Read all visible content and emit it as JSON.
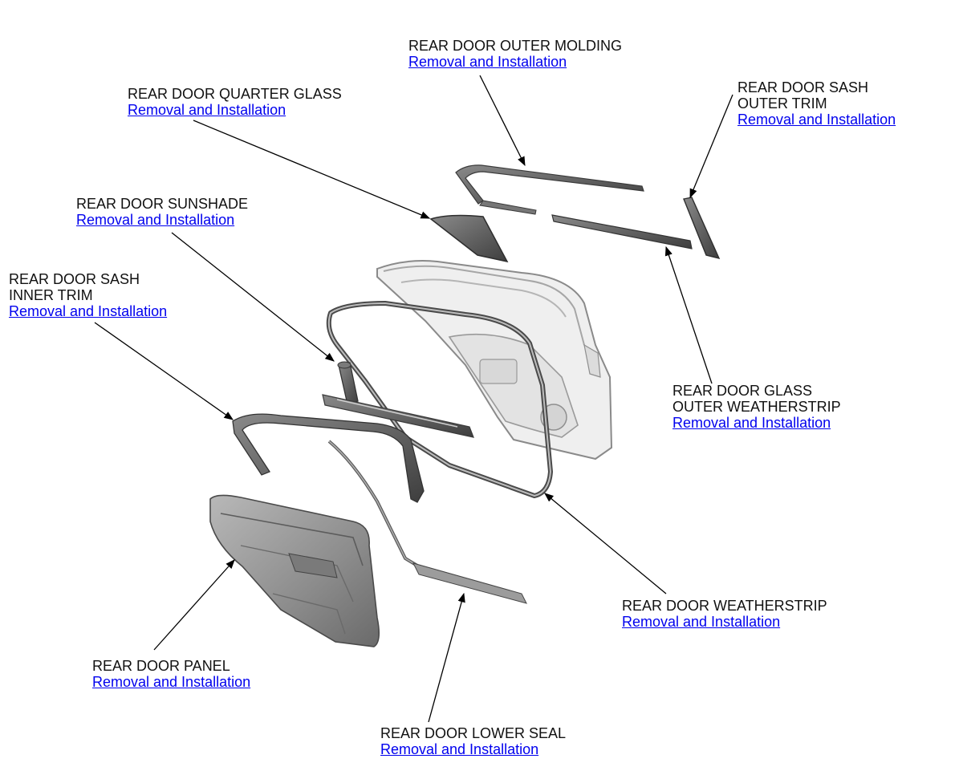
{
  "colors": {
    "link": "#0000ee",
    "text": "#111111",
    "part_dark": "#555555",
    "part_mid": "#9a9a9a",
    "part_light": "#e2e2e2"
  },
  "callouts": {
    "outer_molding": {
      "title": "REAR DOOR OUTER MOLDING",
      "link": "Removal and Installation"
    },
    "quarter_glass": {
      "title": "REAR DOOR QUARTER GLASS",
      "link": "Removal and Installation"
    },
    "sash_outer_trim": {
      "title": "REAR DOOR SASH\nOUTER TRIM",
      "link": "Removal and Installation"
    },
    "sunshade": {
      "title": "REAR DOOR SUNSHADE",
      "link": "Removal and Installation"
    },
    "sash_inner_trim": {
      "title": "REAR DOOR SASH\nINNER TRIM",
      "link": "Removal and Installation"
    },
    "glass_outer_weatherstrip": {
      "title": "REAR DOOR GLASS\nOUTER WEATHERSTRIP",
      "link": "Removal and Installation"
    },
    "weatherstrip": {
      "title": "REAR DOOR WEATHERSTRIP",
      "link": "Removal and Installation"
    },
    "panel": {
      "title": "REAR DOOR PANEL",
      "link": "Removal and Installation"
    },
    "lower_seal": {
      "title": "REAR DOOR LOWER SEAL",
      "link": "Removal and Installation"
    }
  }
}
